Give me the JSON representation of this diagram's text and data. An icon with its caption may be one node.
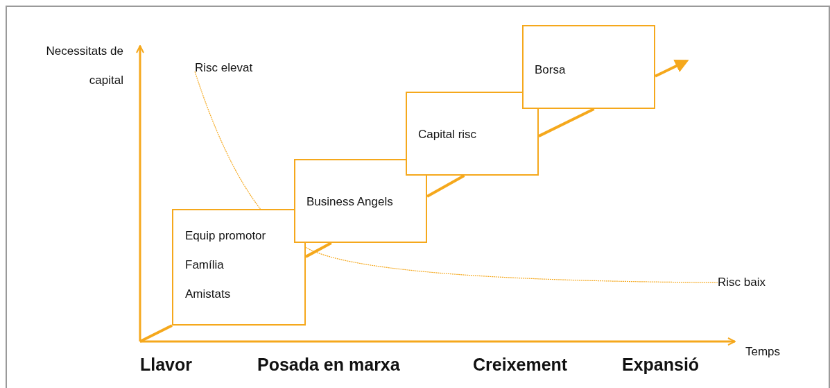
{
  "diagram": {
    "nodes": [
      {
        "text": [
          "Equip promotor",
          "Família",
          "Amistats"
        ]
      },
      {
        "text": [
          "Business Angels"
        ]
      },
      {
        "text": [
          "Capital risc"
        ]
      },
      {
        "text": [
          "Borsa"
        ]
      },
      {
        "text": [
          "Risc elevat"
        ]
      },
      {
        "text": [
          "Risc baix"
        ]
      }
    ],
    "edges": [
      {
        "from": null,
        "to": 0,
        "arrow": "none"
      },
      {
        "from": 0,
        "to": 1,
        "arrow": "none"
      },
      {
        "from": 1,
        "to": 2,
        "arrow": "none"
      },
      {
        "from": 2,
        "to": 3,
        "arrow": "none"
      },
      {
        "from": 3,
        "to": null,
        "arrow": "to"
      },
      {
        "from": 4,
        "to": 0,
        "arrow": "none",
        "style": "dashed"
      },
      {
        "from": 0,
        "to": 5,
        "arrow": "none",
        "style": "dashed"
      }
    ],
    "labels": [
      "Necessitats de capital",
      "Temps",
      "Llavor",
      "Posada en marxa",
      "Creixement",
      "Expansió"
    ]
  }
}
